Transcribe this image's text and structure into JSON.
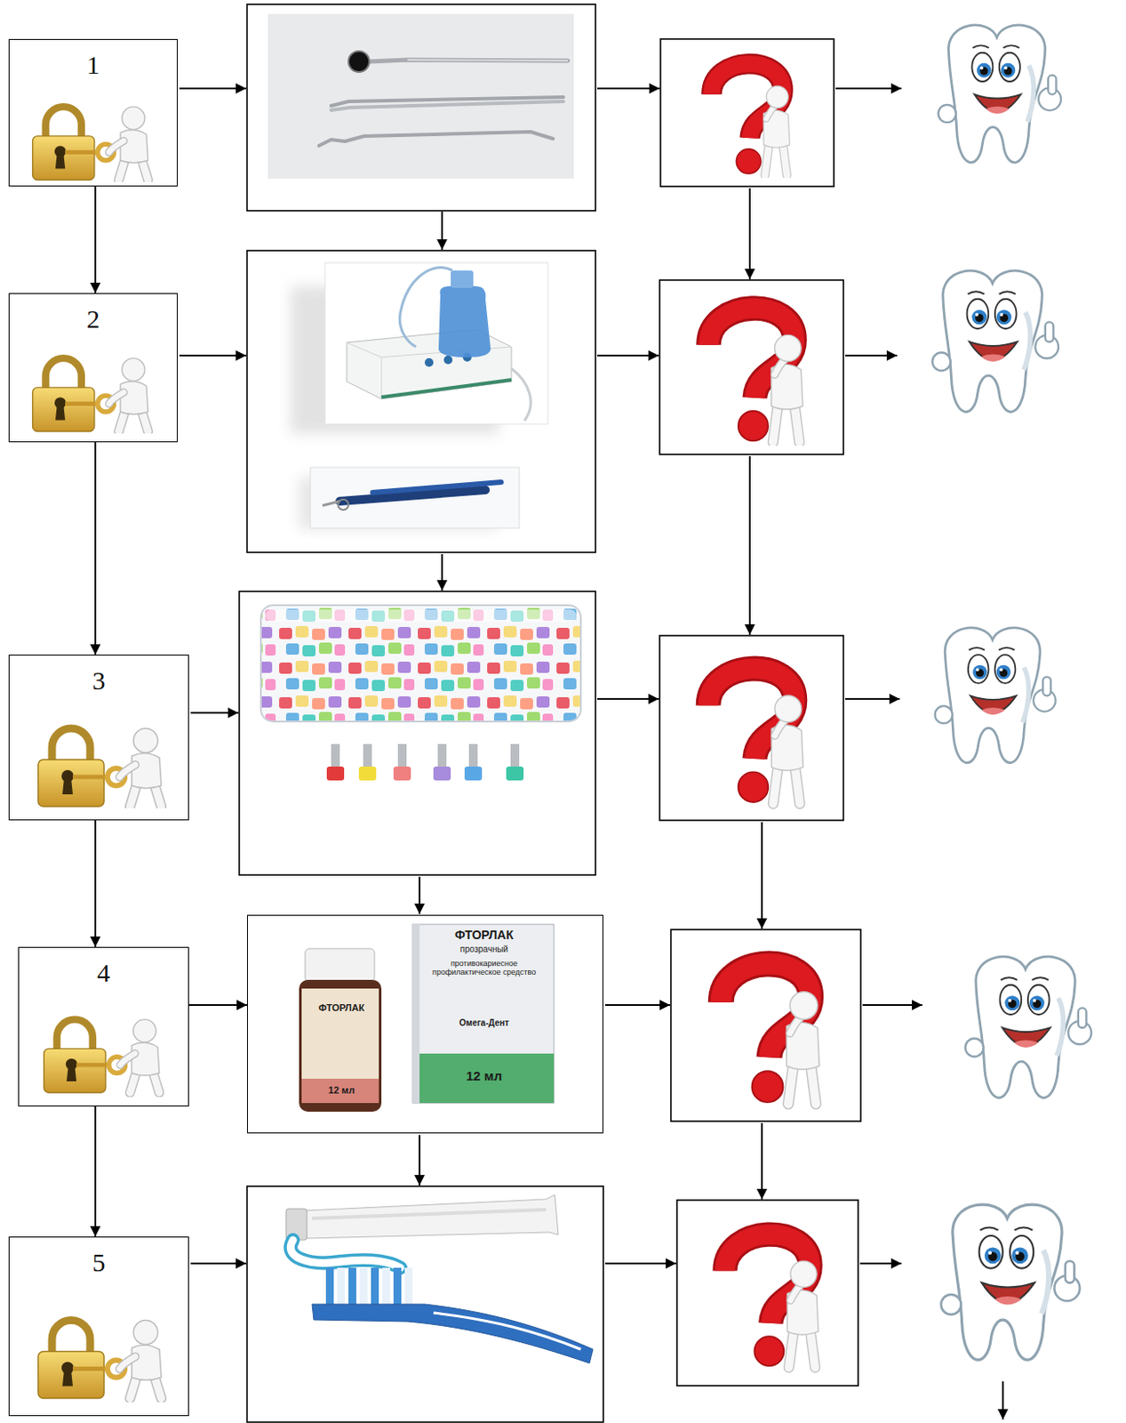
{
  "diagram": {
    "nodes": [
      {
        "text": [
          "1"
        ]
      },
      {
        "text": [
          "2"
        ]
      },
      {
        "text": [
          "3"
        ]
      },
      {
        "text": [
          "4"
        ]
      },
      {
        "text": [
          "ФТОРЛАК",
          "12 мл",
          "ФТОРЛАК",
          "прозрачный",
          "противокариесное профилактическое средство",
          "Омега-Дент",
          "12 мл"
        ]
      },
      {
        "text": [
          "5"
        ]
      }
    ],
    "edges": [
      {
        "from": 0,
        "to": 1,
        "arrow": "to"
      },
      {
        "from": 1,
        "to": 2,
        "arrow": "to"
      },
      {
        "from": 2,
        "to": 3,
        "arrow": "to"
      },
      {
        "from": 3,
        "to": 4,
        "arrow": "to"
      },
      {
        "from": 3,
        "to": 5,
        "arrow": "to"
      }
    ]
  }
}
